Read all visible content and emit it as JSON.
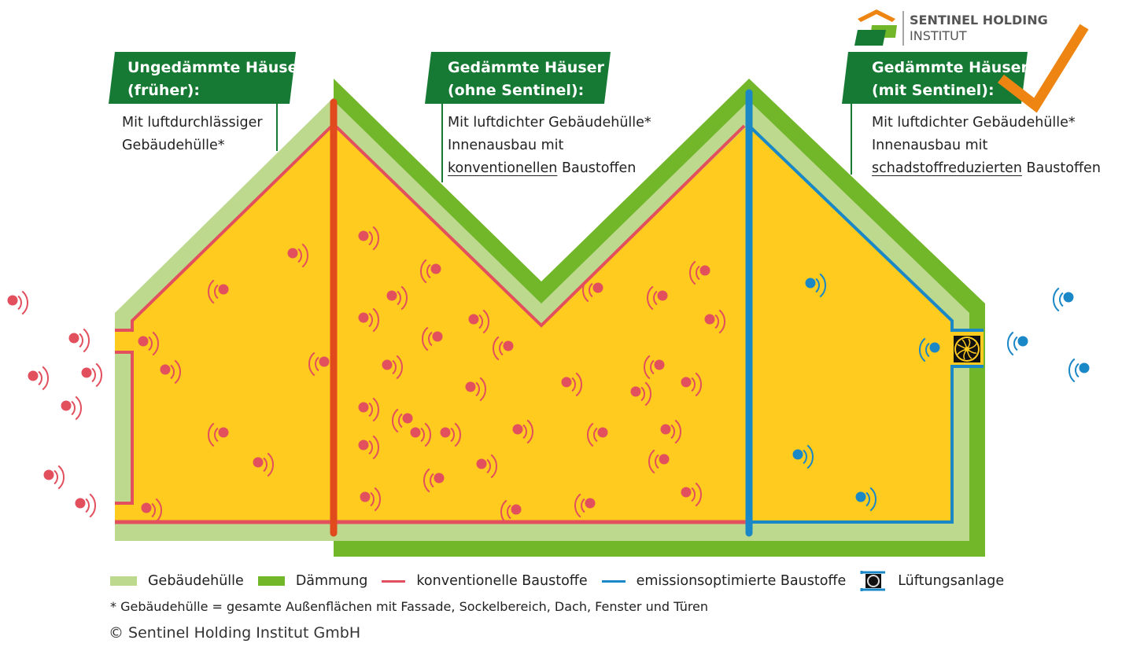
{
  "logo": {
    "line1": "SENTINEL HOLDING",
    "line2": "INSTITUT"
  },
  "colors": {
    "banner_green": "#167a35",
    "envelope_light_green": "#bcd98e",
    "insulation_green": "#72b62a",
    "interior_yellow": "#fecb1e",
    "conventional_red": "#e2505e",
    "divider_red": "#e04a1c",
    "emission_blue": "#1a88c7",
    "check_orange": "#ee8513",
    "logo_orange": "#ee8513"
  },
  "sections": [
    {
      "id": "uninsulated",
      "title_line1": "Ungedämmte Häuser",
      "title_line2": "(früher):",
      "desc_line1": "Mit luftdurchlässiger",
      "desc_line2": "Gebäudehülle*",
      "desc_line3": "",
      "underlined": ""
    },
    {
      "id": "insulated-without",
      "title_line1": "Gedämmte Häuser",
      "title_line2": "(ohne Sentinel):",
      "desc_line1": "Mit luftdichter Gebäudehülle*",
      "desc_line2": "Innenausbau mit",
      "underlined": "konventionellen",
      "desc_line3_rest": " Baustoffen"
    },
    {
      "id": "insulated-with",
      "title_line1": "Gedämmte Häuser",
      "title_line2": "(mit Sentinel):",
      "desc_line1": "Mit luftdichter Gebäudehülle*",
      "desc_line2": "Innenausbau mit",
      "underlined": "schadstoffreduzierten",
      "desc_line3_rest": " Baustoffen"
    }
  ],
  "legend": [
    {
      "label": "Gebäudehülle",
      "kind": "swatch",
      "color": "#bcd98e"
    },
    {
      "label": "Dämmung",
      "kind": "swatch",
      "color": "#72b62a"
    },
    {
      "label": "konventionelle Baustoffe",
      "kind": "line",
      "color": "#e2505e"
    },
    {
      "label": "emissionsoptimierte Baustoffe",
      "kind": "line",
      "color": "#1a88c7"
    },
    {
      "label": "Lüftungsanlage",
      "kind": "fan-icon",
      "color": "#1a88c7"
    }
  ],
  "footnote": "* Gebäudehülle = gesamte Außenflächen mit Fassade, Sockelbereich, Dach, Fenster und Türen",
  "copyright": "© Sentinel Holding Institut GmbH"
}
